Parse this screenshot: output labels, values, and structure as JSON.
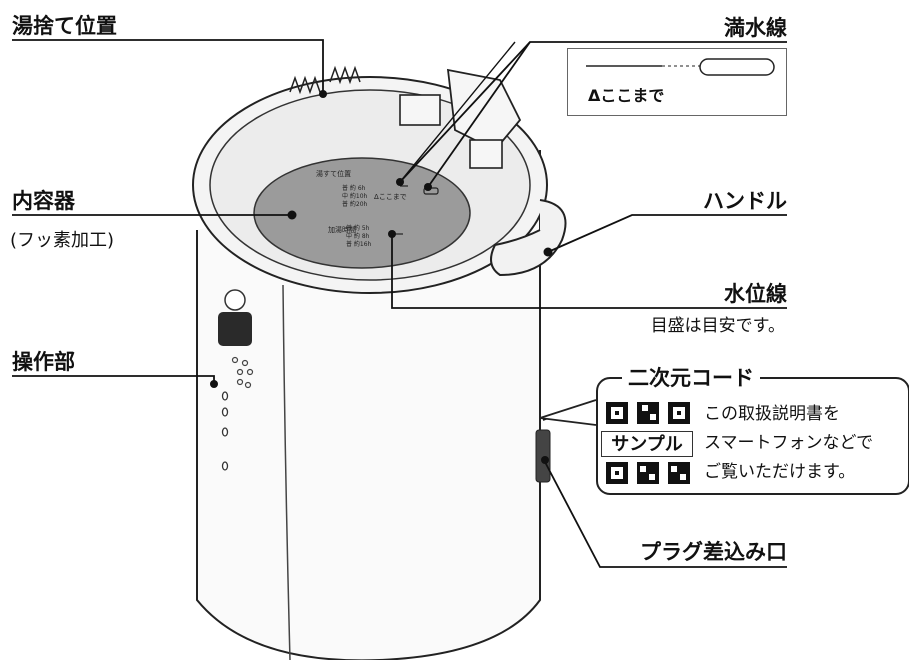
{
  "labels": {
    "yusute": "湯捨て位置",
    "naiyoki": "内容器",
    "naiyoki_sub": "(フッ素加工)",
    "sosabu": "操作部",
    "mansuisen": "満水線",
    "handle": "ハンドル",
    "suiisen": "水位線",
    "suiisen_sub": "目盛は目安です。",
    "nijigen": "二次元コード",
    "plug": "プラグ差込み口"
  },
  "inset": {
    "text": "Δここまで"
  },
  "qr": {
    "sample": "サンプル",
    "line1": "この取扱説明書を",
    "line2": "スマートフォンなどで",
    "line3": "ご覧いただけます。"
  },
  "scale": {
    "top_marks": [
      "普 約 6h",
      "中 約10h",
      "普 約20h"
    ],
    "top_mark_text": "Δここまで",
    "lower_title": "加湯時間",
    "lower_marks": [
      "普 約 5h",
      "中 約 8h",
      "普 約16h"
    ],
    "pour_text": "湯すて位置"
  }
}
